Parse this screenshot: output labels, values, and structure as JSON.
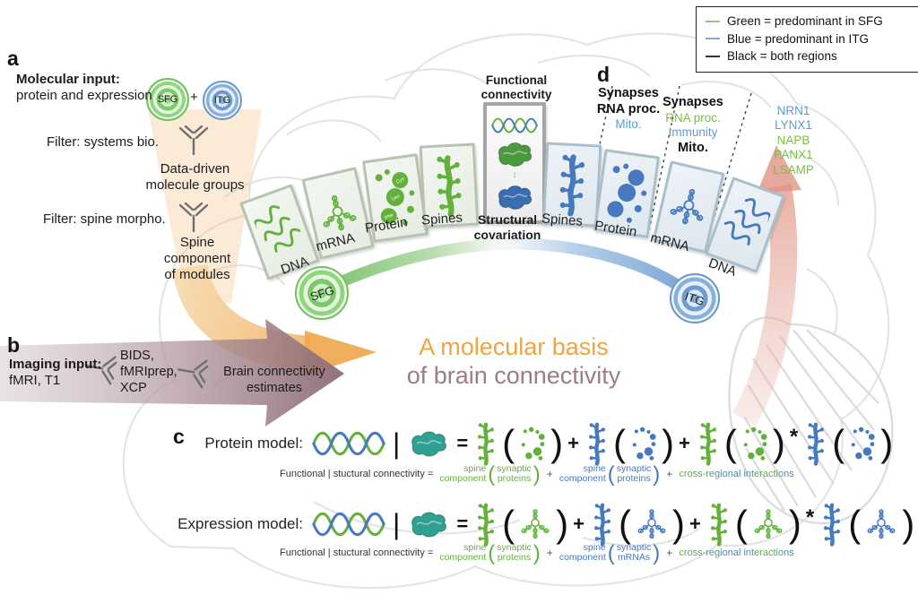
{
  "colors": {
    "green": "#63b13c",
    "blue": "#4679bd",
    "teal": "#2fa192",
    "orange_title": "#f2a43c",
    "mauve_title": "#9c7b8b",
    "gene_green": "#7ac143",
    "gene_blue": "#5b9bd5",
    "orange_arrow": "#efa84f",
    "mauve_arrow": "#9a7a84",
    "salmon_arrow": "#e5a294"
  },
  "legend": {
    "items": [
      {
        "swatch": "#8fc97c",
        "label": "Green = predominant in SFG"
      },
      {
        "swatch": "#7fa9d8",
        "label": "Blue = predominant in ITG"
      },
      {
        "swatch": "#333333",
        "label": "Black = both regions"
      }
    ]
  },
  "panel_a": {
    "label": "a",
    "title": "Molecular input:",
    "subtitle": "protein and expression",
    "sfg": "SFG",
    "plus": "+",
    "itg": "ITG",
    "filter1": "Filter: systems bio.",
    "step1": "Data-driven\nmolecule groups",
    "filter2": "Filter: spine morpho.",
    "step2": "Spine\ncomponent\nof modules"
  },
  "panel_b": {
    "label": "b",
    "title": "Imaging input:",
    "subtitle": "fMRI, T1",
    "step1": "BIDS,\nfMRIprep,\nXCP",
    "step2": "Brain connectivity\nestimates"
  },
  "arc": {
    "left_cards": [
      "DNA",
      "mRNA",
      "Protein",
      "Spines"
    ],
    "right_cards": [
      "Spines",
      "Protein",
      "mRNA",
      "DNA"
    ],
    "protein_labels": [
      "Cys",
      "Leu",
      "Phe"
    ],
    "functional": "Functional\nconnectivity",
    "structural": "Structural\ncovariation",
    "sfg": "SFG",
    "itg": "ITG"
  },
  "title": {
    "line1": "A molecular basis",
    "line2": "of brain connectivity"
  },
  "panel_d": {
    "label": "d",
    "group1": {
      "line1": "Synapses",
      "line2": "RNA proc.",
      "line3": "Mito."
    },
    "group2": {
      "line1": "Synapses",
      "line2": "RNA proc.",
      "line3": "Immunity",
      "line4": "Mito."
    },
    "genes": [
      {
        "label": "NRN1",
        "color": "blue"
      },
      {
        "label": "LYNX1",
        "color": "blue"
      },
      {
        "label": "NAPB",
        "color": "green"
      },
      {
        "label": "PANX1",
        "color": "green"
      },
      {
        "label": "LSAMP",
        "color": "green"
      }
    ]
  },
  "panel_c": {
    "label": "c",
    "ops": {
      "bar": "|",
      "eq": "=",
      "plus": "+",
      "star": "*",
      "lp": "(",
      "rp": ")"
    },
    "row1": {
      "name": "Protein model:",
      "lhs": "Functional | stuctural connectivity =",
      "frag1": {
        "a": "spine",
        "b": "component",
        "pa": "synaptic",
        "pb": "proteins"
      },
      "frag2": {
        "a": "spine",
        "b": "component",
        "pa": "synaptic",
        "pb": "proteins"
      },
      "frag3": "cross-regional interactions"
    },
    "row2": {
      "name": "Expression model:",
      "lhs": "Functional | stuctural connectivity =",
      "frag1": {
        "a": "spine",
        "b": "component",
        "pa": "synaptic",
        "pb": "proteins"
      },
      "frag2": {
        "a": "spine",
        "b": "component",
        "pa": "synaptic",
        "pb": "mRNAs"
      },
      "frag3": "cross-regional interactions"
    }
  }
}
